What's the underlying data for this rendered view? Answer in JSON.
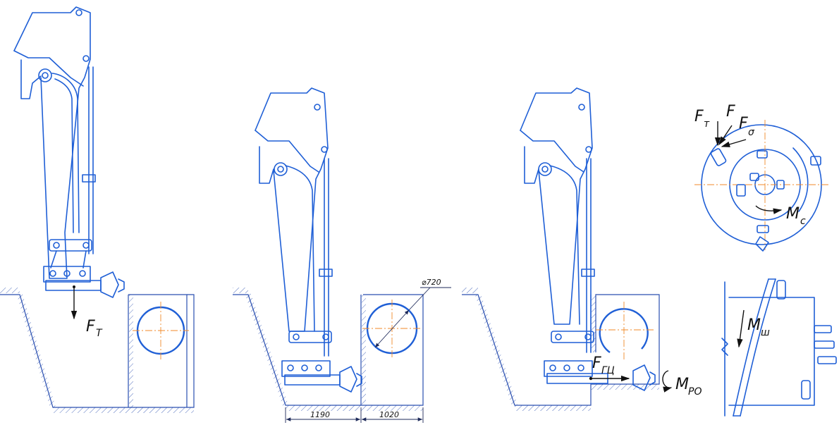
{
  "labels": {
    "ft_left": "F",
    "ft_left_sub": "T",
    "dia": "⌀720",
    "dim_left": "1190",
    "dim_right": "1020",
    "fgc": "F",
    "fgc_sub": "ГЦ",
    "mro": "M",
    "mro_sub": "РО",
    "ft_r": "F",
    "ft_r_sub": "т",
    "f_plain": "F",
    "fs": "F",
    "fs_sub": "σ",
    "mc": "M",
    "mc_sub": "c",
    "msh": "M",
    "msh_sub": "ш"
  },
  "colors": {
    "drawing": "#1f5fd6",
    "axis": "#f08a2a",
    "text": "#111111"
  }
}
